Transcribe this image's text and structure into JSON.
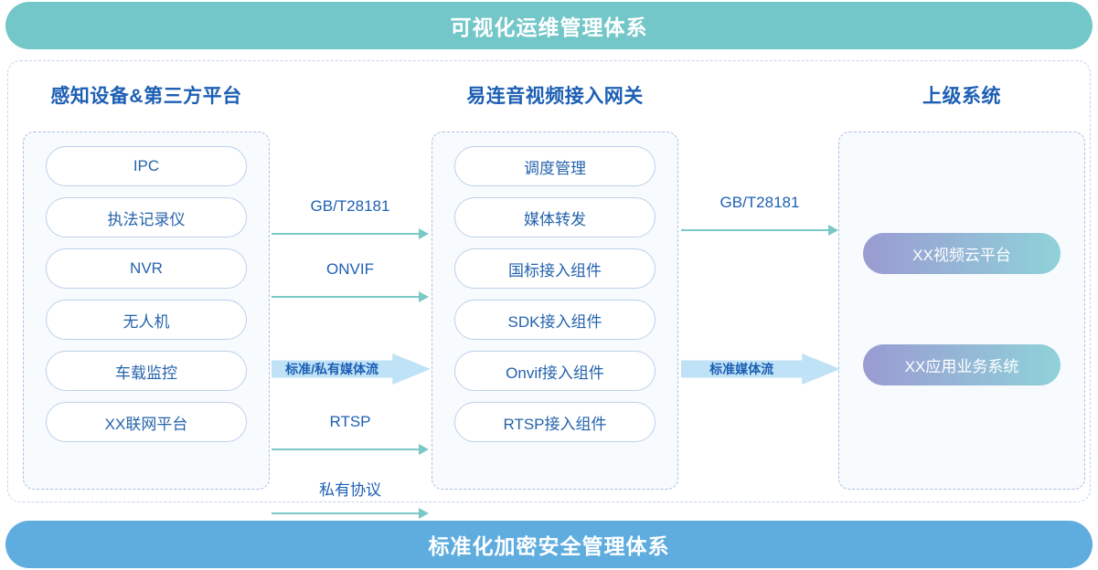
{
  "banners": {
    "top": "可视化运维管理体系",
    "bottom": "标准化加密安全管理体系",
    "top_color": "#74c7c8",
    "bottom_color": "#5facdf"
  },
  "columns": {
    "left": {
      "title": "感知设备&第三方平台",
      "items": [
        {
          "label": "IPC"
        },
        {
          "label": "执法记录仪"
        },
        {
          "label": "NVR"
        },
        {
          "label": "无人机"
        },
        {
          "label": "车载监控"
        },
        {
          "label": "XX联网平台"
        }
      ]
    },
    "middle": {
      "title": "易连音视频接入网关",
      "items": [
        {
          "label": "调度管理"
        },
        {
          "label": "媒体转发"
        },
        {
          "label": "国标接入组件"
        },
        {
          "label": "SDK接入组件"
        },
        {
          "label": "Onvif接入组件"
        },
        {
          "label": "RTSP接入组件"
        }
      ]
    },
    "right": {
      "title": "上级系统",
      "items": [
        {
          "label": "XX视频云平台"
        },
        {
          "label": "XX应用业务系统"
        }
      ],
      "gradient_from": "#9a9bd2",
      "gradient_to": "#8fd2d9"
    }
  },
  "connectors": {
    "left": [
      {
        "label": "GB/T28181",
        "style": "thin-arrow"
      },
      {
        "label": "ONVIF",
        "style": "thin-arrow"
      },
      {
        "label": "RTSP",
        "style": "thin-arrow"
      },
      {
        "label": "私有协议",
        "style": "thin-arrow"
      }
    ],
    "left_block": {
      "label": "标准/私有媒体流",
      "style": "block-arrow"
    },
    "right": [
      {
        "label": "GB/T28181",
        "style": "thin-arrow"
      }
    ],
    "right_block": {
      "label": "标准媒体流",
      "style": "block-arrow"
    }
  },
  "colors": {
    "arrow": "#7ac9c4",
    "block_arrow": "#bfe2f6",
    "text_blue": "#1d5fb4",
    "pill_border": "#bcd0ea",
    "pill_text": "#2563ac",
    "dashed_border": "#aebfdf",
    "panel_bg": "#f8fbfe"
  }
}
